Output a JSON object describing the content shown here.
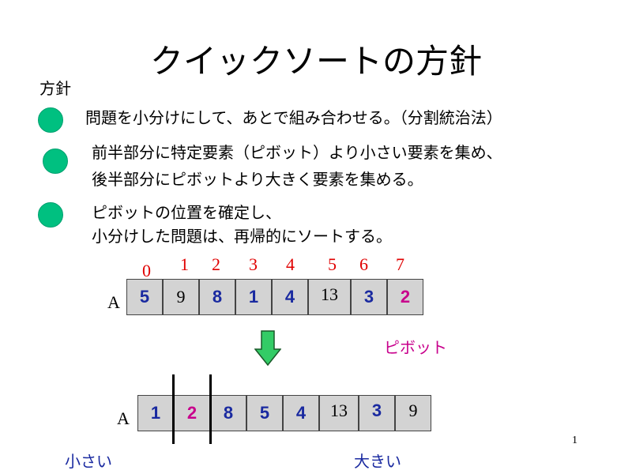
{
  "slide": {
    "title": "クイックソートの方針",
    "subheading": "方針",
    "bullets": [
      [
        "問題を小分けにして、あとで組み合わせる。（分割統治法）"
      ],
      [
        "前半部分に特定要素（ピボット）より小さい要素を集め、",
        "後半部分にピボットより大きく要素を集める。"
      ],
      [
        "ピボットの位置を確定し、",
        "小分けした問題は、再帰的にソートする。"
      ]
    ],
    "page_number": "1"
  },
  "diagram": {
    "indices": [
      "0",
      "1",
      "2",
      "3",
      "4",
      "5",
      "6",
      "7"
    ],
    "array_label": "A",
    "before": [
      "5",
      "9",
      "8",
      "1",
      "4",
      "13",
      "3",
      "2"
    ],
    "after": [
      "1",
      "2",
      "8",
      "5",
      "4",
      "13",
      "3",
      "9"
    ],
    "pivot_label": "ピボット",
    "small_label": "小さい",
    "large_label": "大きい",
    "colors": {
      "bullet": "#00c080",
      "index": "#e00000",
      "pivot": "#c8008c",
      "value": "#1a2aa0",
      "cell": "#d3d3d3",
      "arrow": "#33cc66"
    }
  }
}
